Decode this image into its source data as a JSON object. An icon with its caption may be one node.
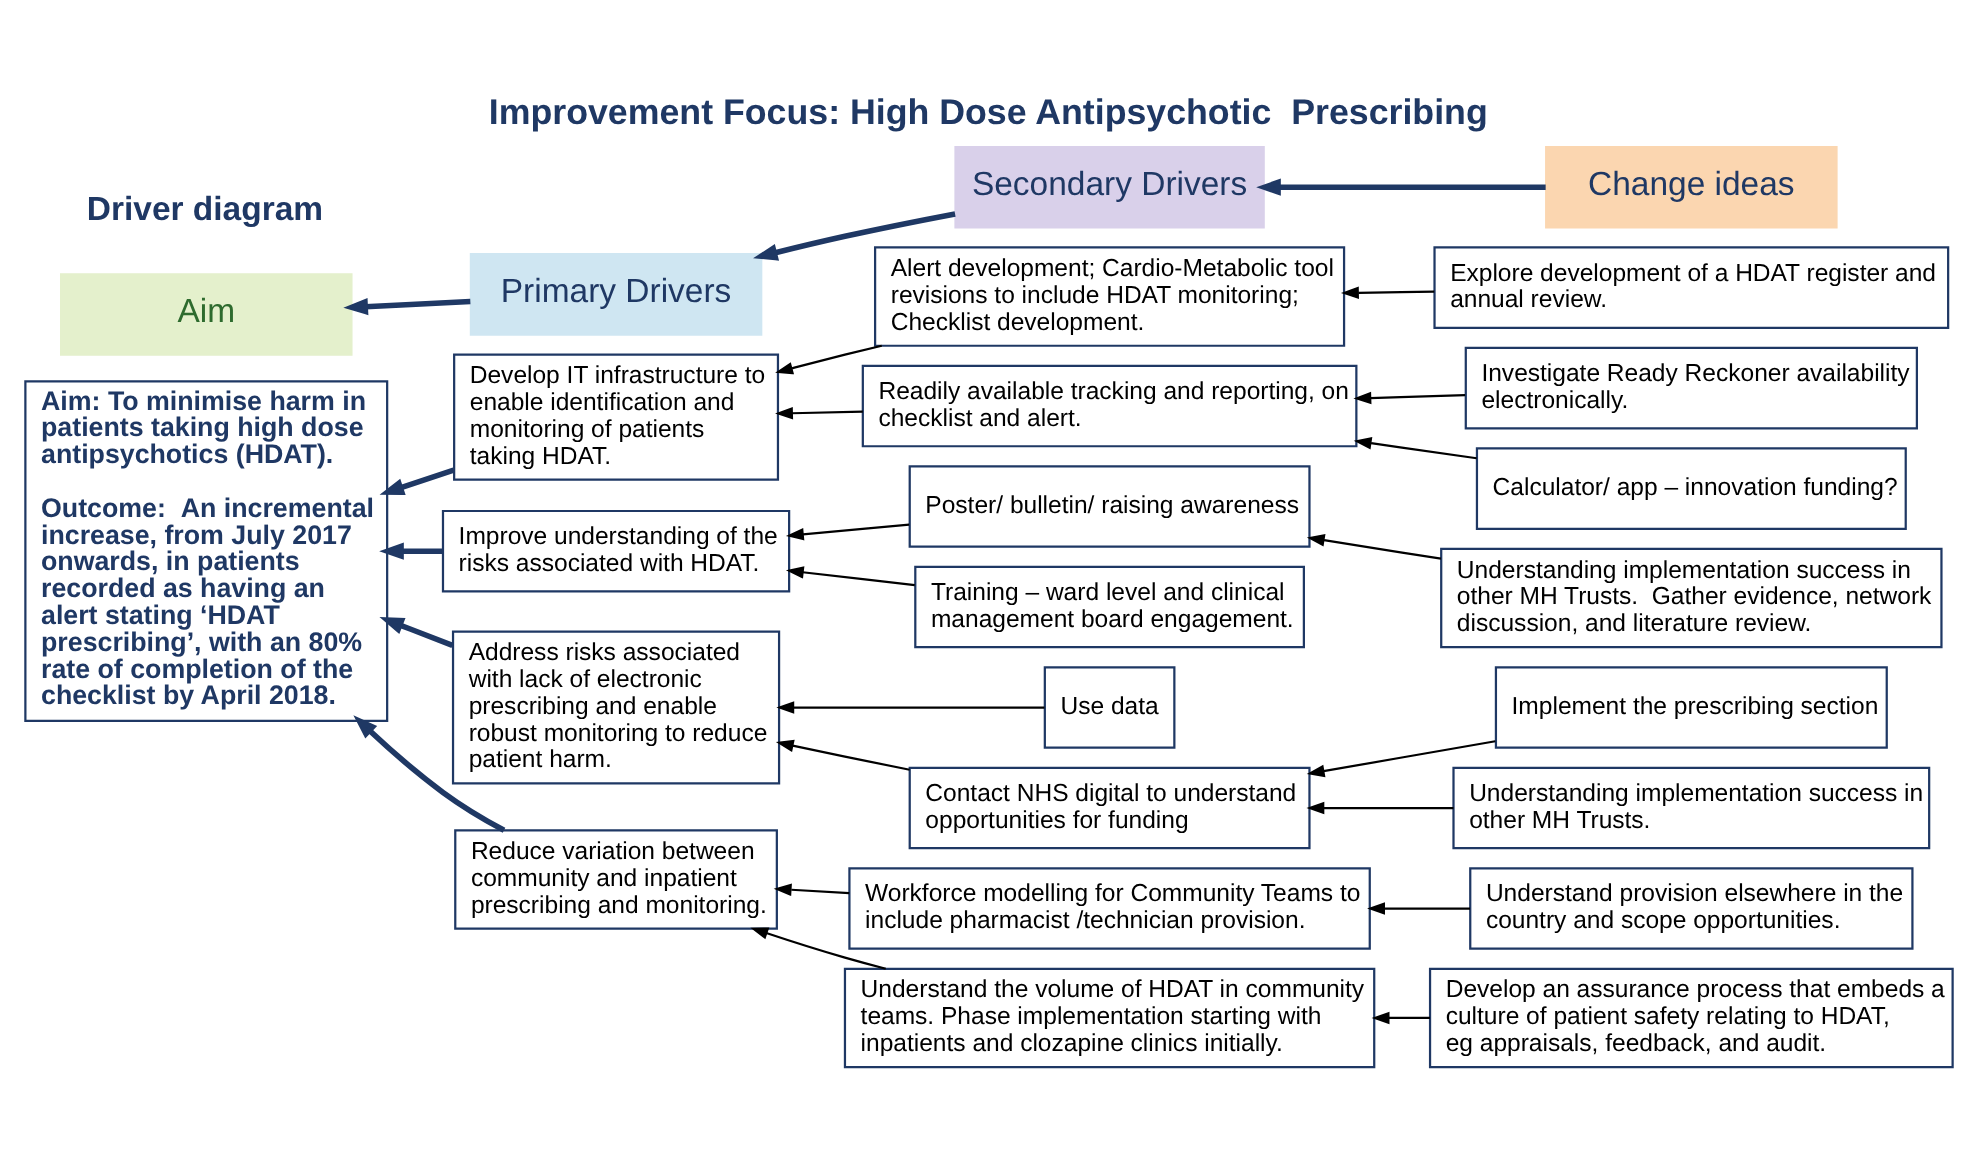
{
  "diagram": {
    "title": "Improvement Focus: High Dose Antipsychotic  Prescribing",
    "nodes": [
      {
        "text": [
          "Aim"
        ]
      },
      {
        "text": [
          "Primary Drivers"
        ]
      },
      {
        "text": [
          "Secondary Drivers"
        ]
      },
      {
        "text": [
          "Change ideas"
        ]
      },
      {
        "text": [
          "Aim: To minimise harm in patients taking high dose antipsychotics (HDAT).",
          "Outcome:  An incremental increase, from July 2017 onwards, in patients recorded as having an alert stating ‘HDAT prescribing’, with an 80% rate of completion of the checklist by April 2018."
        ]
      },
      {
        "text": [
          "Develop IT infrastructure to enable identification and monitoring of patients taking HDAT."
        ]
      },
      {
        "text": [
          "Improve understanding of the risks associated with HDAT."
        ]
      },
      {
        "text": [
          "Address risks associated with lack of electronic prescribing and enable robust monitoring to reduce patient harm."
        ]
      },
      {
        "text": [
          "Reduce variation between community and inpatient prescribing and monitoring."
        ]
      },
      {
        "text": [
          "Alert development; Cardio-Metabolic tool revisions to include HDAT monitoring; Checklist development."
        ]
      },
      {
        "text": [
          "Readily available tracking and reporting, on checklist and alert."
        ]
      },
      {
        "text": [
          "Poster/ bulletin/ raising awareness"
        ]
      },
      {
        "text": [
          "Training – ward level and clinical management board engagement."
        ]
      },
      {
        "text": [
          "Use data"
        ]
      },
      {
        "text": [
          "Contact NHS digital to understand opportunities for funding"
        ]
      },
      {
        "text": [
          "Workforce modelling for Community Teams to include pharmacist /technician provision."
        ]
      },
      {
        "text": [
          "Understand the volume of HDAT in community teams. Phase implementation starting with inpatients and clozapine clinics initially."
        ]
      },
      {
        "text": [
          "Explore development of a HDAT register and annual review."
        ]
      },
      {
        "text": [
          "Investigate Ready Reckoner availability electronically."
        ]
      },
      {
        "text": [
          "Calculator/ app – innovation funding?"
        ]
      },
      {
        "text": [
          "Understanding implementation success in other MH Trusts.  Gather evidence, network discussion, and literature review."
        ]
      },
      {
        "text": [
          "Implement the prescribing section"
        ]
      },
      {
        "text": [
          "Understanding implementation success in other MH Trusts."
        ]
      },
      {
        "text": [
          "Understand provision elsewhere in the country and scope opportunities."
        ]
      },
      {
        "text": [
          "Develop an assurance process that embeds a culture of patient safety relating to HDAT, eg appraisals, feedback, and audit."
        ]
      }
    ],
    "edges": [
      {
        "from": 1,
        "to": 0,
        "arrow": "to",
        "style": "thick",
        "color": "#1f3864"
      },
      {
        "from": 2,
        "to": 1,
        "arrow": "to",
        "style": "thick",
        "color": "#1f3864"
      },
      {
        "from": 3,
        "to": 2,
        "arrow": "to",
        "style": "thick",
        "color": "#1f3864"
      },
      {
        "from": 5,
        "to": 4,
        "arrow": "to",
        "style": "thick",
        "color": "#1f3864"
      },
      {
        "from": 6,
        "to": 4,
        "arrow": "to",
        "style": "thick",
        "color": "#1f3864"
      },
      {
        "from": 7,
        "to": 4,
        "arrow": "to",
        "style": "thick",
        "color": "#1f3864"
      },
      {
        "from": 8,
        "to": 4,
        "arrow": "to",
        "style": "thick",
        "color": "#1f3864"
      },
      {
        "from": 9,
        "to": 5,
        "arrow": "to"
      },
      {
        "from": 10,
        "to": 5,
        "arrow": "to"
      },
      {
        "from": 11,
        "to": 6,
        "arrow": "to"
      },
      {
        "from": 12,
        "to": 6,
        "arrow": "to"
      },
      {
        "from": 13,
        "to": 7,
        "arrow": "to"
      },
      {
        "from": 14,
        "to": 7,
        "arrow": "to"
      },
      {
        "from": 15,
        "to": 8,
        "arrow": "to"
      },
      {
        "from": 16,
        "to": 8,
        "arrow": "to"
      },
      {
        "from": 17,
        "to": 9,
        "arrow": "to"
      },
      {
        "from": 18,
        "to": 10,
        "arrow": "to"
      },
      {
        "from": 19,
        "to": 10,
        "arrow": "to"
      },
      {
        "from": 20,
        "to": 11,
        "arrow": "to"
      },
      {
        "from": 21,
        "to": 14,
        "arrow": "to"
      },
      {
        "from": 22,
        "to": 14,
        "arrow": "to"
      },
      {
        "from": 23,
        "to": 15,
        "arrow": "to"
      },
      {
        "from": 24,
        "to": 16,
        "arrow": "to"
      }
    ],
    "labels": [
      "Driver diagram"
    ]
  }
}
